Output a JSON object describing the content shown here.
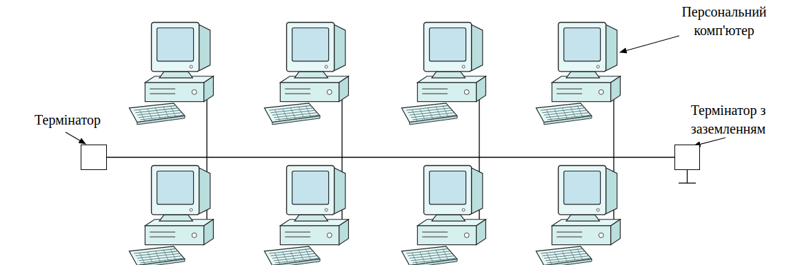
{
  "diagram": {
    "nodes": [
      {
        "text": [
          "Термінатор"
        ]
      },
      {
        "text": [
          "Термінатор з заземленням"
        ]
      }
    ],
    "edges": [
      {
        "from": 0,
        "to": 1,
        "arrow": "none"
      }
    ],
    "labels": [
      "Персональний комп'ютер"
    ]
  }
}
